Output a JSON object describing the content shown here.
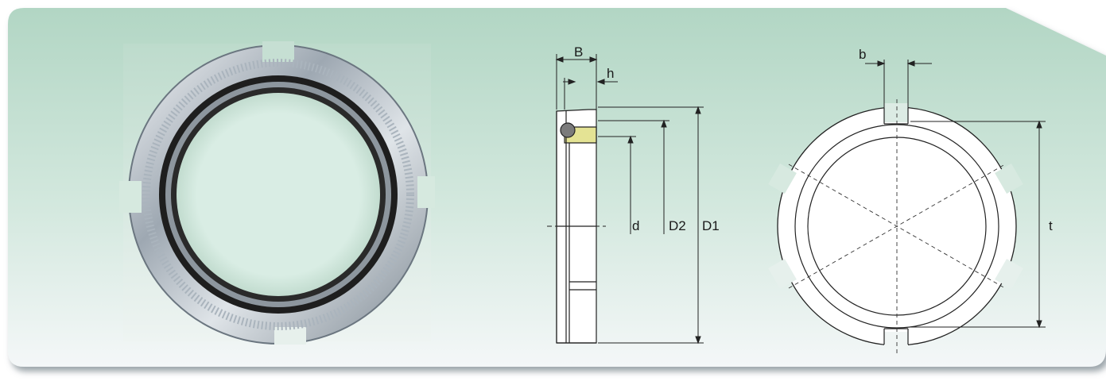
{
  "labels": {
    "B": "B",
    "h": "h",
    "d": "d",
    "D2": "D2",
    "D1": "D1",
    "b": "b",
    "t": "t"
  },
  "colors": {
    "panel_top": "#b2d6c4",
    "panel_bottom": "#f4f7f8",
    "seal_insert": "#e4e394",
    "seal_ball": "#7b7b7b",
    "line": "#222222"
  },
  "icons": {
    "photo": "lock-nut-photo",
    "section": "nut-cross-section-drawing",
    "front": "nut-front-view-drawing"
  }
}
